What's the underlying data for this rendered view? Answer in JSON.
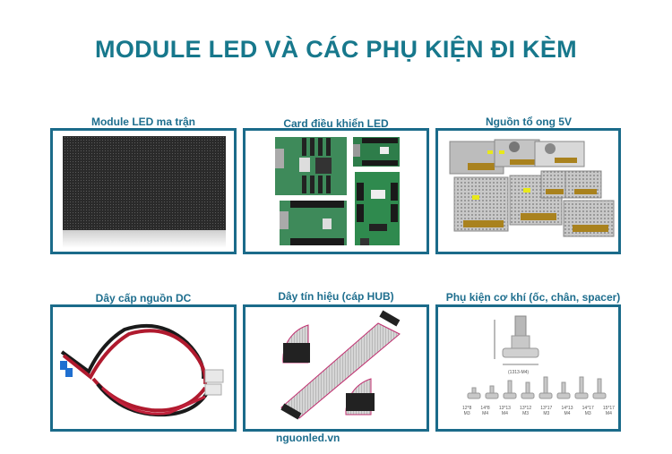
{
  "title": "MODULE LED VÀ CÁC PHỤ KIỆN ĐI KÈM",
  "items": [
    {
      "caption": "Module LED ma trận",
      "image": "led-matrix-module"
    },
    {
      "caption": "Card điều khiển LED",
      "image": "led-controller-cards"
    },
    {
      "caption": "Nguồn tổ ong 5V",
      "image": "5v-power-supplies"
    },
    {
      "caption": "Dây cấp nguồn DC",
      "image": "dc-power-cable"
    },
    {
      "caption": "Dây tín hiệu (cáp HUB)",
      "image": "hub-ribbon-cable"
    },
    {
      "caption": "Phụ kiện cơ khí (ốc, chân, spacer)",
      "image": "mechanical-spacers"
    }
  ],
  "spacer_labels": [
    {
      "size": "12*8",
      "thread": "M3"
    },
    {
      "size": "14*8",
      "thread": "M4"
    },
    {
      "size": "13*13",
      "thread": "M4"
    },
    {
      "size": "13*12",
      "thread": "M3"
    },
    {
      "size": "13*17",
      "thread": "M3"
    },
    {
      "size": "14*13",
      "thread": "M4"
    },
    {
      "size": "14*17",
      "thread": "M3"
    },
    {
      "size": "15*17",
      "thread": "M4"
    }
  ],
  "spacer_diagram_label": "(1313-M4)",
  "footer": "nguonled.vn",
  "colors": {
    "title": "#17788c",
    "caption": "#1e6e8e",
    "border": "#1b6b8a"
  }
}
